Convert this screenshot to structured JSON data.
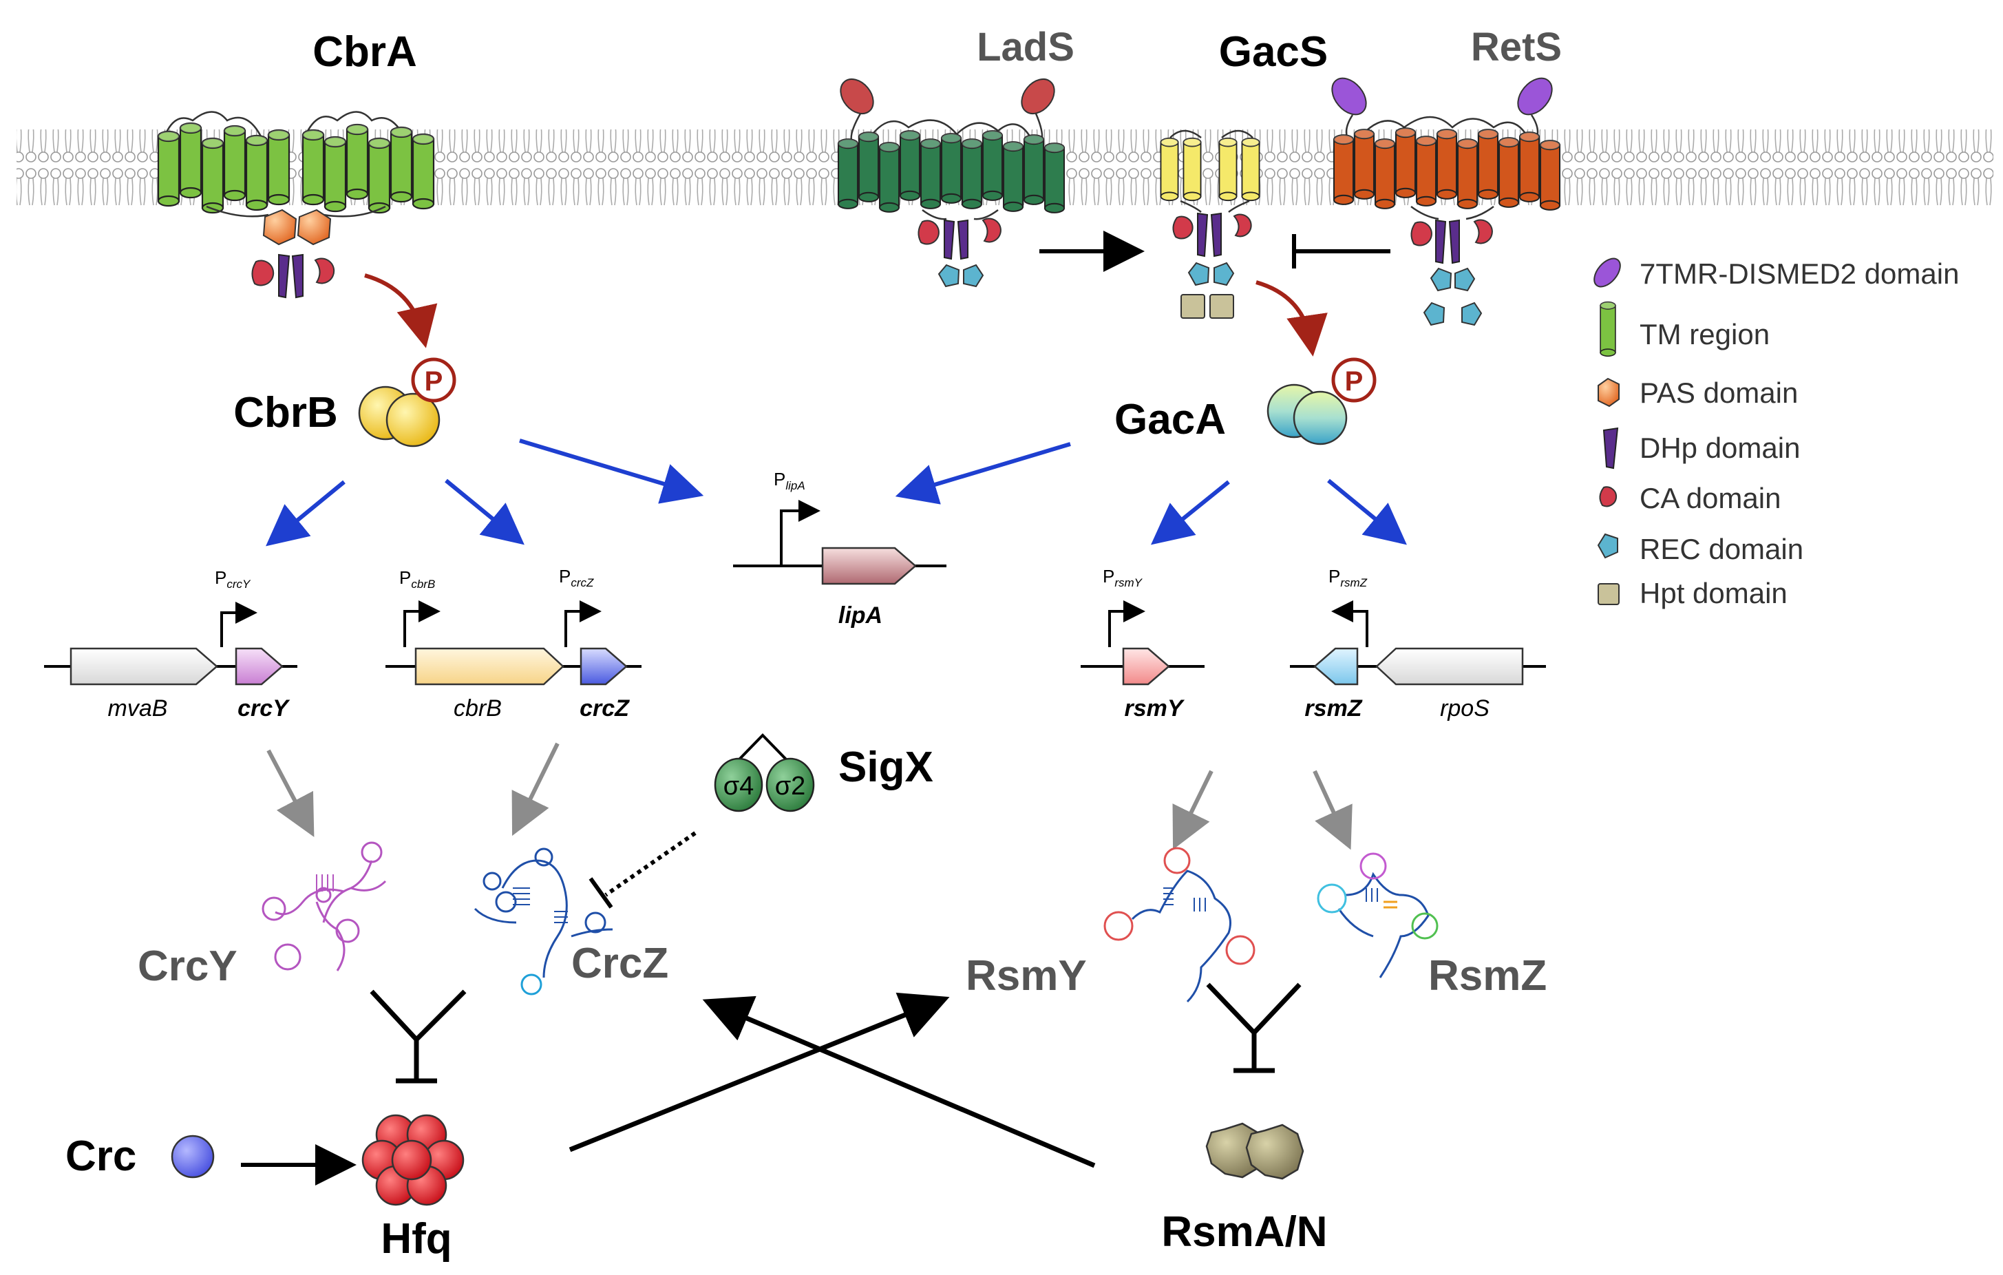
{
  "receptors": {
    "cbra": "CbrA",
    "lads": "LadS",
    "gacs": "GacS",
    "rets": "RetS"
  },
  "regulators": {
    "cbrb": "CbrB",
    "gaca": "GacA",
    "phospho": "P"
  },
  "promoters": {
    "p_letter": "P",
    "crcy": "crcY",
    "cbrb": "cbrB",
    "crcz": "crcZ",
    "lipa": "lipA",
    "rsmy": "rsmY",
    "rsmz": "rsmZ"
  },
  "genes": {
    "mvab": "mvaB",
    "crcy": "crcY",
    "cbrb": "cbrB",
    "crcz": "crcZ",
    "lipa": "lipA",
    "rsmy": "rsmY",
    "rsmz": "rsmZ",
    "rpos": "rpoS"
  },
  "sigma": {
    "name": "SigX",
    "s4": "σ4",
    "s2": "σ2"
  },
  "srnas": {
    "crcy": "CrcY",
    "crcz": "CrcZ",
    "rsmy": "RsmY",
    "rsmz": "RsmZ"
  },
  "proteins": {
    "crc": "Crc",
    "hfq": "Hfq",
    "rsman": "RsmA/N"
  },
  "legend": [
    {
      "label": "7TMR-DISMED2 domain",
      "icon": "7tmr-ellipse-icon",
      "color": "#9b55d8"
    },
    {
      "label": "TM region",
      "icon": "tm-cylinder-icon",
      "color": "#7cc242"
    },
    {
      "label": "PAS domain",
      "icon": "pas-hexagon-icon",
      "color": "#f08a3c"
    },
    {
      "label": "DHp domain",
      "icon": "dhp-bar-icon",
      "color": "#5a2d8c"
    },
    {
      "label": "CA domain",
      "icon": "ca-drop-icon",
      "color": "#d23a4a"
    },
    {
      "label": "REC domain",
      "icon": "rec-pentagon-icon",
      "color": "#5cb4cf"
    },
    {
      "label": "Hpt domain",
      "icon": "hpt-square-icon",
      "color": "#c9c29a"
    }
  ],
  "colors": {
    "cbra_tm": "#7cc242",
    "lads_tm": "#2e7d4e",
    "gacs_tm": "#f5e96a",
    "rets_tm": "#d2561c",
    "activation_arrow": "#1e3fd0",
    "phospho_arrow": "#a32318",
    "gray_arrow": "#8c8c8c"
  }
}
